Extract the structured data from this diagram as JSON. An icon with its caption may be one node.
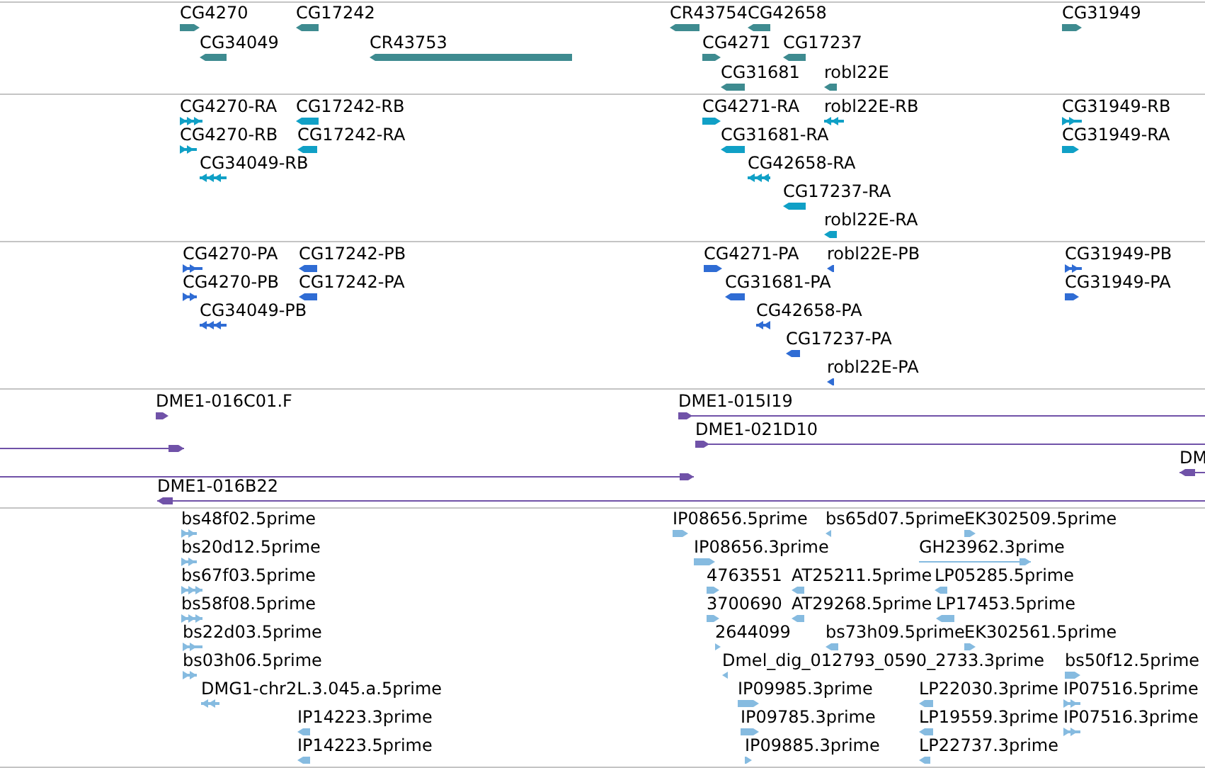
{
  "diagram": {
    "nodes": [
      {
        "text": [
          "CG4270"
        ]
      },
      {
        "text": [
          "CG17242"
        ]
      },
      {
        "text": [
          "CR43754"
        ]
      },
      {
        "text": [
          "CG42658"
        ]
      },
      {
        "text": [
          "CG31949"
        ]
      },
      {
        "text": [
          "CG34049"
        ]
      },
      {
        "text": [
          "CR43753"
        ]
      },
      {
        "text": [
          "CG4271"
        ]
      },
      {
        "text": [
          "CG17237"
        ]
      },
      {
        "text": [
          "CG31681"
        ]
      },
      {
        "text": [
          "robl22E"
        ]
      },
      {
        "text": [
          "CG4270-RA"
        ]
      },
      {
        "text": [
          "CG17242-RB"
        ]
      },
      {
        "text": [
          "CG4271-RA"
        ]
      },
      {
        "text": [
          "robl22E-RB"
        ]
      },
      {
        "text": [
          "CG31949-RB"
        ]
      },
      {
        "text": [
          "CG4270-RB"
        ]
      },
      {
        "text": [
          "CG17242-RA"
        ]
      },
      {
        "text": [
          "CG31681-RA"
        ]
      },
      {
        "text": [
          "CG31949-RA"
        ]
      },
      {
        "text": [
          "CG34049-RB"
        ]
      },
      {
        "text": [
          "CG42658-RA"
        ]
      },
      {
        "text": [
          "CG17237-RA"
        ]
      },
      {
        "text": [
          "robl22E-RA"
        ]
      },
      {
        "text": [
          "CG4270-PA"
        ]
      },
      {
        "text": [
          "CG17242-PB"
        ]
      },
      {
        "text": [
          "CG4271-PA"
        ]
      },
      {
        "text": [
          "robl22E-PB"
        ]
      },
      {
        "text": [
          "CG31949-PB"
        ]
      },
      {
        "text": [
          "CG4270-PB"
        ]
      },
      {
        "text": [
          "CG17242-PA"
        ]
      },
      {
        "text": [
          "CG31681-PA"
        ]
      },
      {
        "text": [
          "CG31949-PA"
        ]
      },
      {
        "text": [
          "CG34049-PB"
        ]
      },
      {
        "text": [
          "CG42658-PA"
        ]
      },
      {
        "text": [
          "CG17237-PA"
        ]
      },
      {
        "text": [
          "robl22E-PA"
        ]
      },
      {
        "text": [
          "DME1-016C01.F"
        ]
      },
      {
        "text": [
          "DME1-015I19"
        ]
      },
      {
        "text": [
          "DME1-021D10"
        ]
      },
      {
        "text": [],
        "shape": "bar"
      },
      {
        "text": [
          "DM"
        ]
      },
      {
        "text": [],
        "shape": "bar"
      },
      {
        "text": [
          "DME1-016B22"
        ]
      },
      {
        "text": [
          "bs48f02.5prime"
        ]
      },
      {
        "text": [
          "IP08656.5prime"
        ]
      },
      {
        "text": [
          "bs65d07.5prime"
        ]
      },
      {
        "text": [
          "EK302509.5prime"
        ]
      },
      {
        "text": [
          "bs20d12.5prime"
        ]
      },
      {
        "text": [
          "IP08656.3prime"
        ]
      },
      {
        "text": [
          "GH23962.3prime"
        ]
      },
      {
        "text": [
          "bs67f03.5prime"
        ]
      },
      {
        "text": [
          "4763551"
        ]
      },
      {
        "text": [
          "AT25211.5prime"
        ]
      },
      {
        "text": [
          "LP05285.5prime"
        ]
      },
      {
        "text": [
          "bs58f08.5prime"
        ]
      },
      {
        "text": [
          "3700690"
        ]
      },
      {
        "text": [
          "AT29268.5prime"
        ]
      },
      {
        "text": [
          "LP17453.5prime"
        ]
      },
      {
        "text": [
          "bs22d03.5prime"
        ]
      },
      {
        "text": [
          "2644099"
        ]
      },
      {
        "text": [
          "bs73h09.5prime"
        ]
      },
      {
        "text": [
          "EK302561.5prime"
        ]
      },
      {
        "text": [
          "bs03h06.5prime"
        ]
      },
      {
        "text": [
          "Dmel_dig_012793_0590_2733.3prime"
        ]
      },
      {
        "text": [
          "bs50f12.5prime"
        ]
      },
      {
        "text": [
          "DMG1-chr2L.3.045.a.5prime"
        ]
      },
      {
        "text": [
          "IP09985.3prime"
        ]
      },
      {
        "text": [
          "LP22030.3prime"
        ]
      },
      {
        "text": [
          "IP07516.5prime"
        ]
      },
      {
        "text": [
          "IP14223.3prime"
        ]
      },
      {
        "text": [
          "IP09785.3prime"
        ]
      },
      {
        "text": [
          "LP19559.3prime"
        ]
      },
      {
        "text": [
          "IP07516.3prime"
        ]
      },
      {
        "text": [
          "IP14223.5prime"
        ]
      },
      {
        "text": [
          "IP09885.3prime"
        ]
      },
      {
        "text": [
          "LP22737.3prime"
        ]
      }
    ]
  }
}
